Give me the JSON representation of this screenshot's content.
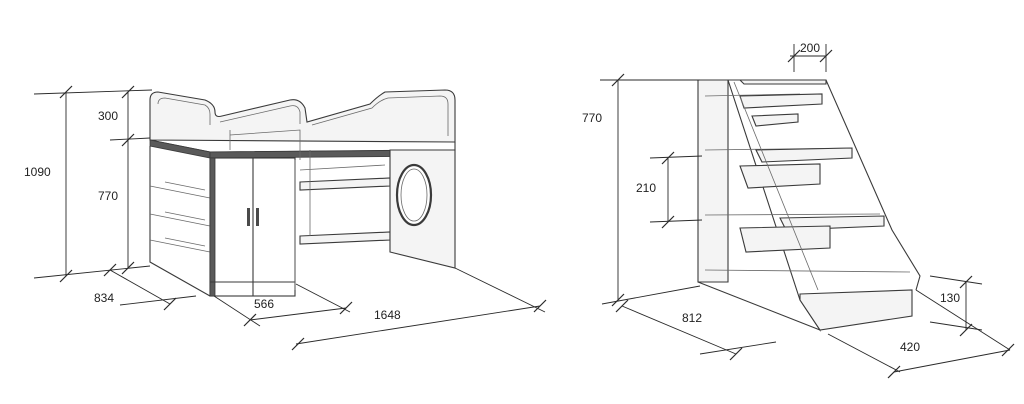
{
  "bed": {
    "dim_height_total": "1090",
    "dim_rail": "300",
    "dim_height_lower": "770",
    "dim_depth": "834",
    "dim_cabinet": "566",
    "dim_length": "1648"
  },
  "stairs": {
    "dim_height": "770",
    "dim_step_depth": "200",
    "dim_step_rise": "210",
    "dim_depth": "812",
    "dim_width": "420",
    "dim_bottom": "130"
  }
}
